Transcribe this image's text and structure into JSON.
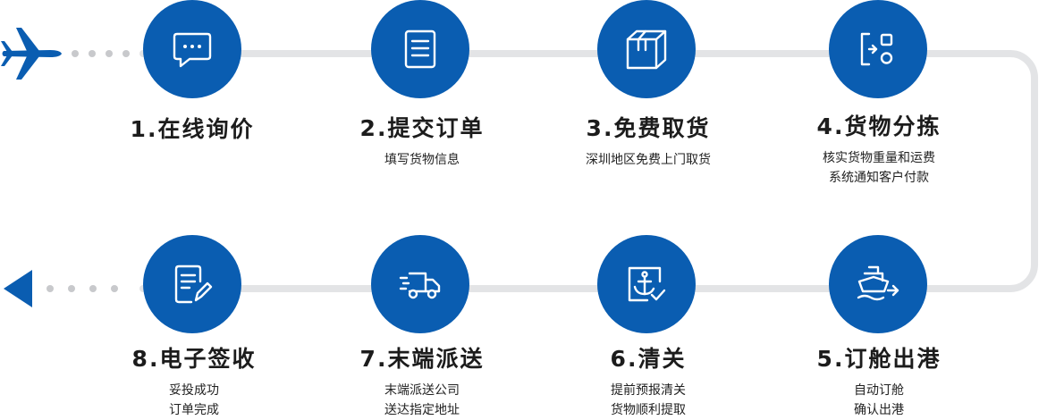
{
  "steps": [
    {
      "id": "1",
      "title": "1.在线询价",
      "desc": [],
      "icon": "chat-bubble-icon"
    },
    {
      "id": "2",
      "title": "2.提交订单",
      "desc": [
        "填写货物信息"
      ],
      "icon": "document-icon"
    },
    {
      "id": "3",
      "title": "3.免费取货",
      "desc": [
        "深圳地区免费上门取货"
      ],
      "icon": "box-icon"
    },
    {
      "id": "4",
      "title": "4.货物分拣",
      "desc": [
        "核实货物重量和运费",
        "系统通知客户付款"
      ],
      "icon": "sort-icon"
    },
    {
      "id": "5",
      "title": "5.订舱出港",
      "desc": [
        "自动订舱",
        "确认出港"
      ],
      "icon": "ship-icon"
    },
    {
      "id": "6",
      "title": "6.清关",
      "desc": [
        "提前预报清关",
        "货物顺利提取"
      ],
      "icon": "customs-anchor-icon"
    },
    {
      "id": "7",
      "title": "7.末端派送",
      "desc": [
        "末端派送公司",
        "送达指定地址"
      ],
      "icon": "truck-icon"
    },
    {
      "id": "8",
      "title": "8.电子签收",
      "desc": [
        "妥投成功",
        "订单完成"
      ],
      "icon": "sign-document-icon"
    }
  ],
  "colors": {
    "primary": "#0a5db1",
    "track": "#e3e4e6",
    "dots": "#c8c9cc",
    "text": "#1c1c1c"
  }
}
